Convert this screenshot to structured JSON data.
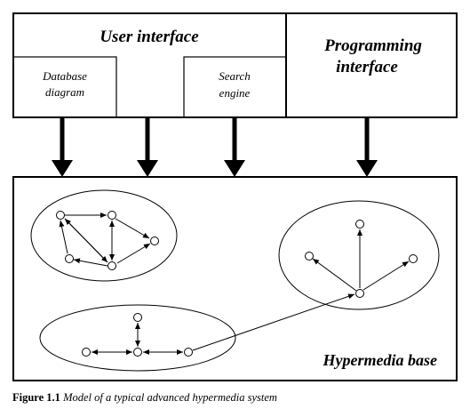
{
  "user_interface": {
    "title": "User interface",
    "database_diagram": {
      "line1": "Database",
      "line2": "diagram"
    },
    "search_engine": {
      "line1": "Search",
      "line2": "engine"
    }
  },
  "programming_interface": {
    "line1": "Programming",
    "line2": "interface"
  },
  "hypermedia_base": {
    "label": "Hypermedia base"
  },
  "caption": {
    "number": "Figure 1.1",
    "text": "Model of a typical advanced hypermedia system"
  },
  "colors": {
    "ink": "#000000",
    "background": "#ffffff"
  }
}
